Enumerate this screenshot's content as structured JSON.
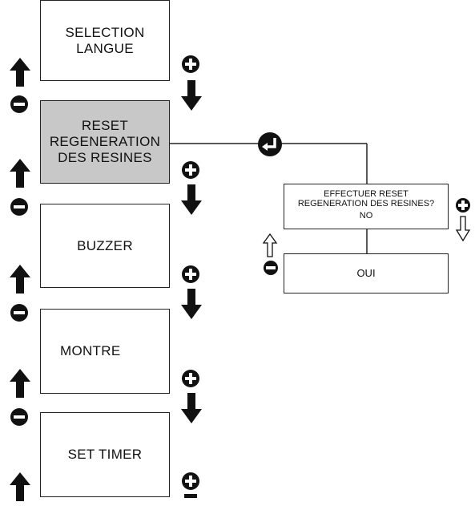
{
  "menu": {
    "items": [
      {
        "id": "selection-langue",
        "label": "SELECTION\nLANGUE"
      },
      {
        "id": "reset-regeneration",
        "label": "RESET\nREGENERATION\nDES RESINES",
        "selected": true
      },
      {
        "id": "buzzer",
        "label": "BUZZER"
      },
      {
        "id": "montre",
        "label": "MONTRE"
      },
      {
        "id": "set-timer",
        "label": "SET TIMER"
      }
    ]
  },
  "submenu": {
    "question": "EFFECTUER RESET\nREGENERATION DES RESINES?",
    "option_no": "NO",
    "option_yes": "OUI"
  },
  "icons": {
    "up": "up-arrow-icon",
    "down": "down-arrow-icon",
    "plus": "plus-circle-icon",
    "minus": "minus-circle-icon",
    "enter": "enter-circle-icon"
  },
  "colors": {
    "selected_fill": "#c8c8c8",
    "stroke": "#111111"
  }
}
